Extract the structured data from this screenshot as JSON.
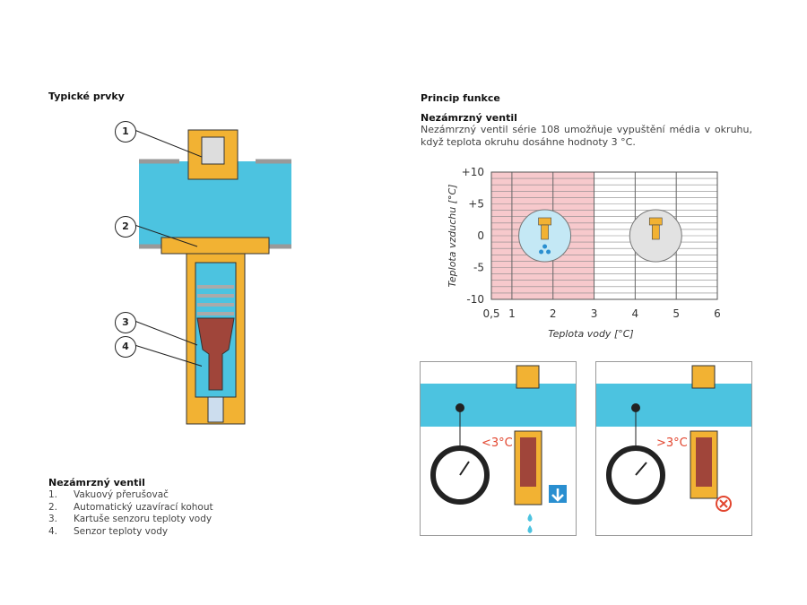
{
  "left": {
    "heading": "Typické prvky",
    "callouts": [
      "1",
      "2",
      "3",
      "4"
    ],
    "legend_title": "Nezámrzný ventil",
    "legend_items": [
      {
        "n": "1.",
        "label": "Vakuový přerušovač"
      },
      {
        "n": "2.",
        "label": "Automatický uzavírací kohout"
      },
      {
        "n": "3.",
        "label": "Kartuše senzoru teploty vody"
      },
      {
        "n": "4.",
        "label": "Senzor teploty vody"
      }
    ]
  },
  "right": {
    "heading": "Princip funkce",
    "subheading": "Nezámrzný ventil",
    "paragraph": "Nezámrzný ventil série 108 umožňuje vypuštění média v okruhu, když teplota okruhu dosáhne hodnoty 3 °C.",
    "panel_left_label": "<3°C",
    "panel_right_label": ">3°C"
  },
  "chart_data": {
    "type": "scatter",
    "xlabel": "Teplota vody [°C]",
    "ylabel": "Teplota vzduchu [°C]",
    "xlim": [
      0.5,
      6
    ],
    "ylim": [
      -10,
      10
    ],
    "x_ticks": [
      "0,5",
      "1",
      "2",
      "3",
      "4",
      "5",
      "6"
    ],
    "x_tick_values": [
      0.5,
      1,
      2,
      3,
      4,
      5,
      6
    ],
    "y_ticks": [
      "+10",
      "+5",
      "0",
      "-5",
      "-10"
    ],
    "y_tick_values": [
      10,
      5,
      0,
      -5,
      -10
    ],
    "shaded_region": {
      "x": [
        0.5,
        3
      ],
      "color": "#f7c9cc",
      "meaning": "drain"
    },
    "markers": [
      {
        "x": 1.8,
        "y": 0,
        "state": "open",
        "color": "#c4e8f5"
      },
      {
        "x": 4.5,
        "y": 0,
        "state": "closed",
        "color": "#e2e2e2"
      }
    ],
    "grid": true
  },
  "colors": {
    "water": "#4cc3e0",
    "brass": "#f2b233",
    "sensor": "#a0453a",
    "alert": "#e2462f",
    "arrow": "#2a8fd0"
  }
}
